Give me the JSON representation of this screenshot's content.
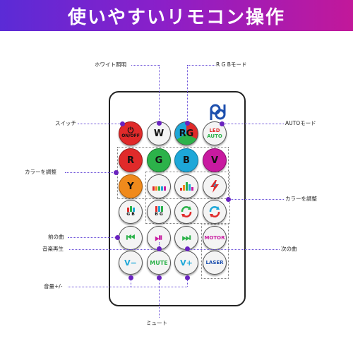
{
  "banner": {
    "title": "使いやすいリモコン操作"
  },
  "callouts": {
    "white_light": "ホワイト照明",
    "rgb_mode": "R G Bモード",
    "switch": "スイッチ",
    "auto_mode": "AUTOモード",
    "color_adjust_left": "カラーを調整",
    "color_adjust_right": "カラーを調整",
    "prev_track": "前の曲",
    "play_music": "音楽再生",
    "next_track": "次の曲",
    "volume": "音量+/-",
    "mute": "ミュート"
  },
  "buttons": {
    "onoff": {
      "line1": "⏻",
      "line2": "ON/OFF"
    },
    "w": "W",
    "rg": "RG",
    "auto": {
      "line1": "LED",
      "line2": "AUTO"
    },
    "r": "R",
    "g": "G",
    "b": "B",
    "v": "V",
    "y": "Y",
    "rgb1": {
      "line1": "R",
      "line2": "G B"
    },
    "rgb2": {
      "line1": "R",
      "line2": "B G"
    },
    "prev": "⏮",
    "playpause": "⏯",
    "next": "⏭",
    "motor": "MOTOR",
    "vol_down": "V−",
    "mute": "MUTE",
    "vol_up": "V+",
    "laser": "LASER"
  },
  "colors": {
    "banner_start": "#5b2bd6",
    "banner_end": "#c2189a",
    "callout_dot": "#6a22c0",
    "red": "#e02a2a",
    "green": "#2cb24a",
    "blue": "#1da7d8",
    "purple": "#c81aa0",
    "orange": "#f08a1c"
  }
}
